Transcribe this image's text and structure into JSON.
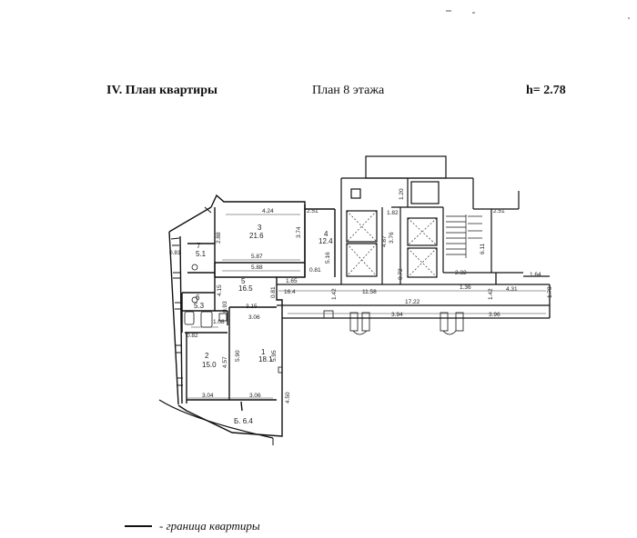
{
  "header": {
    "title": "IV. План квартиры",
    "floor": "План 8  этажа",
    "height": "h= 2.78"
  },
  "legend": {
    "text": "- граница квартиры"
  },
  "rooms": {
    "r3_num": "3",
    "r3_area": "21.6",
    "r4_num": "4",
    "r4_area": "12.4",
    "r7_num": "7",
    "r7_area": "5.1",
    "r5_num": "5",
    "r5_area": "16.5",
    "r6_num": "6",
    "r6_area": "5.3",
    "r2_num": "2",
    "r2_area": "15.0",
    "r1_num": "1",
    "r1_area": "18.1",
    "balcony": "Б. 6.4"
  },
  "dims": {
    "d424": "4.24",
    "d288": "2.88",
    "d374": "3.74",
    "d587": "5.87",
    "d588": "5.88",
    "d516": "5.16",
    "d251a": "2.51",
    "d081a": "0.81",
    "d165": "1.65",
    "d415": "4.15",
    "d093": "0.93",
    "d315": "3.15",
    "d108": "1.08",
    "d306a": "3.06",
    "d082": "0.82",
    "d457": "4.57",
    "d590": "5.90",
    "d595": "5.95",
    "d304": "3.04",
    "d306b": "3.06",
    "d450": "4.50",
    "d081b": "0.81",
    "d081c": "0.81",
    "d164": "16.4",
    "d142a": "1.42",
    "d1158": "11.58",
    "d722": "17.22",
    "d394": "3.94",
    "d396": "3.96",
    "d120": "1.20",
    "d182": "1.82",
    "d487": "4.87",
    "d376": "3.76",
    "d072": "0.72",
    "d232": "2.32",
    "d251b": "2.51",
    "d161": "6.11",
    "d164b": "1.64",
    "d136": "1.36",
    "d142b": "1.42",
    "d431": "4.31",
    "d178": "1.78"
  }
}
